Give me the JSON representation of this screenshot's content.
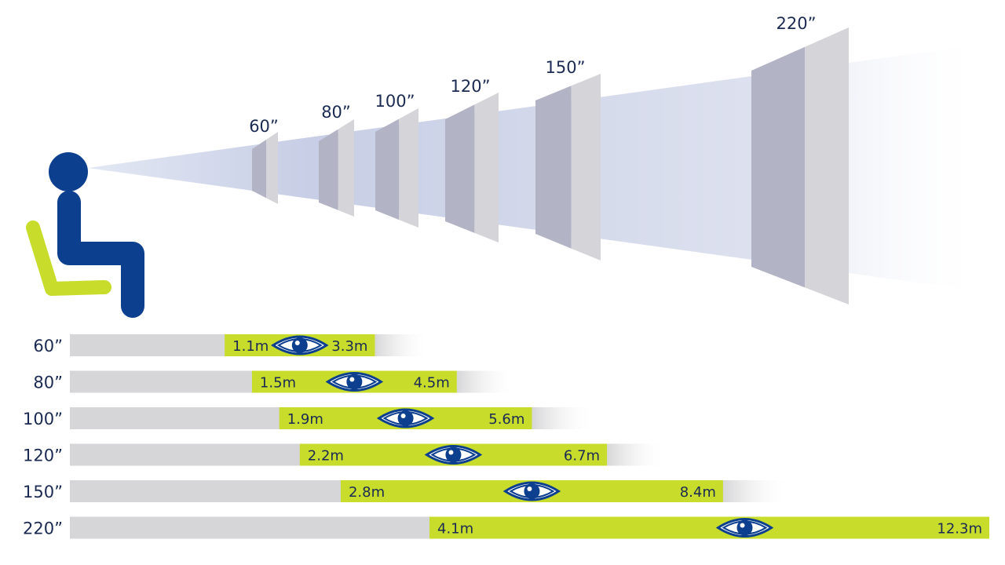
{
  "chart_data": {
    "type": "bar",
    "categories": [
      "60”",
      "80”",
      "100”",
      "120”",
      "150”",
      "220”"
    ],
    "screen_sizes_in": [
      60,
      80,
      100,
      120,
      150,
      220
    ],
    "series": [
      {
        "values": [
          1.1,
          1.5,
          1.9,
          2.2,
          2.8,
          4.1
        ]
      },
      {
        "values": [
          3.3,
          4.5,
          5.6,
          6.7,
          8.4,
          12.3
        ]
      }
    ],
    "min_labels": [
      "1.1m",
      "1.5m",
      "1.9m",
      "2.2m",
      "2.8m",
      "4.1m"
    ],
    "max_labels": [
      "3.3m",
      "4.5m",
      "5.6m",
      "6.7m",
      "8.4m",
      "12.3m"
    ],
    "screen_labels": [
      "60”",
      "80”",
      "100”",
      "120”",
      "150”",
      "220”"
    ],
    "xlim": [
      0,
      12.3
    ],
    "title": "",
    "xlabel": "",
    "ylabel": "",
    "grid": false,
    "legend": "none"
  },
  "colors": {
    "primary_blue": "#0d3f8f",
    "accent_green": "#c8dc2c",
    "track_gray": "#d6d6d8",
    "screen_front": "#d4d4d9",
    "screen_back": "#b2b3c4",
    "beam": "#c6cde4",
    "text": "#1b2a52"
  },
  "icons": {
    "viewer": "seated-person-icon",
    "eye": "eye-icon"
  }
}
